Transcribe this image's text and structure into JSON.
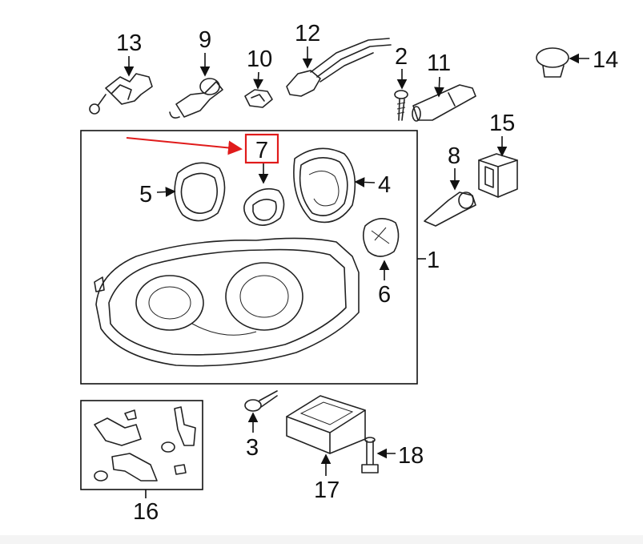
{
  "callouts": {
    "p1": "1",
    "p2": "2",
    "p3": "3",
    "p4": "4",
    "p5": "5",
    "p6": "6",
    "p7": "7",
    "p8": "8",
    "p9": "9",
    "p10": "10",
    "p11": "11",
    "p12": "12",
    "p13": "13",
    "p14": "14",
    "p15": "15",
    "p16": "16",
    "p17": "17",
    "p18": "18"
  },
  "highlight": {
    "part": "7",
    "box_color": "#e01b1b",
    "arrow_color": "#e01b1b"
  }
}
